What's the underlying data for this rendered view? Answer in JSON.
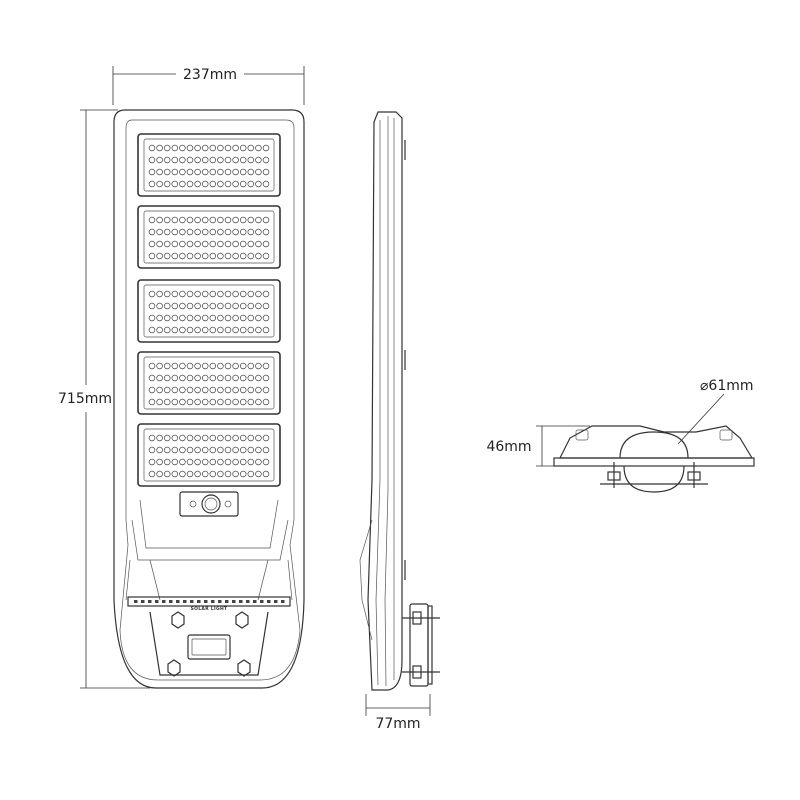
{
  "dimensions": {
    "width": "237mm",
    "height": "715mm",
    "depth": "77mm",
    "bracket_height": "46mm",
    "pole_diameter": "⌀61mm"
  },
  "label": "SOLAR LIGHT"
}
